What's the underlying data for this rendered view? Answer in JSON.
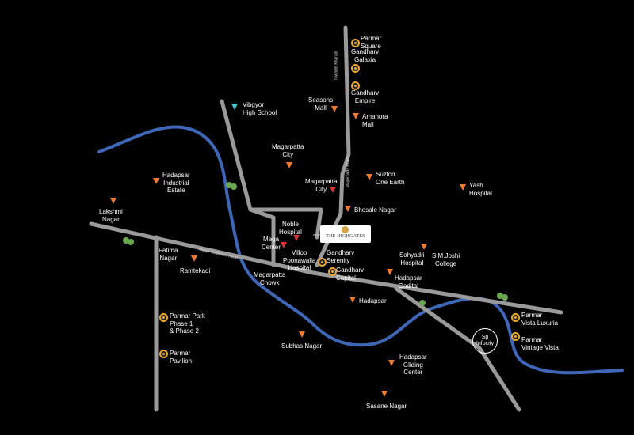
{
  "colors": {
    "background": "#000000",
    "road": "#9a9a9a",
    "river": "#3f67b8",
    "marker_orange": "#f07a32",
    "marker_red": "#e0303a",
    "marker_cyan": "#45c8d6",
    "pin_gold": "#e9a632"
  },
  "project": {
    "name": "THE HIGHGATES"
  },
  "roads": {
    "main_road": "Manjri-Hadapsar Road",
    "north_road_1": "Towards Kharadi",
    "north_road_2": "Magarpatta Road"
  },
  "infocity": "Sp\nInfocity",
  "labels": {
    "parmar_square": "Parmar\nSquare",
    "gandharv_galaxia": "Gandharv\nGalaxia",
    "gandharv_empire": "Gandharv\nEmpire",
    "seasons_mall": "Seasons\nMall",
    "amanora_mall": "Amanora\nMall",
    "vibgyor": "Vibgyor\nHigh School",
    "magarpatta_city_1": "Magarpatta\nCity",
    "magarpatta_city_2": "Magarpatta\nCity",
    "hadapsar_industrial": "Hadapsar\nIndustrial\nEstate",
    "suzlon": "Suzlon\nOne Earth",
    "yash_hospital": "Yash\nHospital",
    "lakshmi_nagar": "Lakshmi\nNagar",
    "bhosale_nagar": "Bhosale Nagar",
    "noble_hospital": "Noble\nHospital",
    "mega_center": "Mega\nCenter",
    "villoo": "Villoo\nPoonawalla\nHospital",
    "gandharv_serenity": "Gandharv\nSerenity",
    "gandharv_capital": "Gandharv\nCapital",
    "sahyadri": "Sahyadri\nHospital",
    "sm_joshi": "S.M.Joshi\nCollege",
    "fatima_nagar": "Fatima\nNagar",
    "ramtekadi": "Ramtekadi",
    "magarpatta_chowk": "Magarpatta\nChowk",
    "hadapsar_gadital": "Hadapsar\nGadital",
    "hadapsar": "Hadapsar",
    "parmar_vista_luxuria": "Parmar\nVista Luxuria",
    "parmar_vintage_vista": "Parmar\nVintage Vista",
    "parmar_park": "Parmar Park\nPhase 1\n& Phase 2",
    "parmar_pavilion": "Parmar\nPavilion",
    "subhas_nagar": "Subhas Nagar",
    "hadapsar_gliding": "Hadapsar\nGliding\nCenter",
    "sasane_nagar": "Sasane Nagar"
  }
}
